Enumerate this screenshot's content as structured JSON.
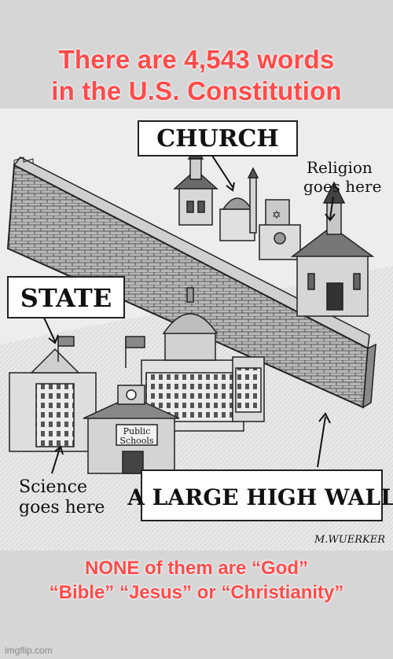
{
  "meme": {
    "top_line1": "There are 4,543 words",
    "top_line2": "in the U.S. Constitution",
    "bottom_line1": "NONE of them are “God”",
    "bottom_line2": "“Bible” “Jesus” or “Christianity”"
  },
  "cartoon": {
    "church_label": "CHURCH",
    "state_label": "STATE",
    "religion_line1": "Religion",
    "religion_line2": "goes here",
    "science_line1": "Science",
    "science_line2": "goes here",
    "school_line1": "Public",
    "school_line2": "Schools",
    "wall_label": "A LARGE HIGH WALL",
    "signature": "M.WUERKER"
  },
  "watermark": "imgflip.com"
}
